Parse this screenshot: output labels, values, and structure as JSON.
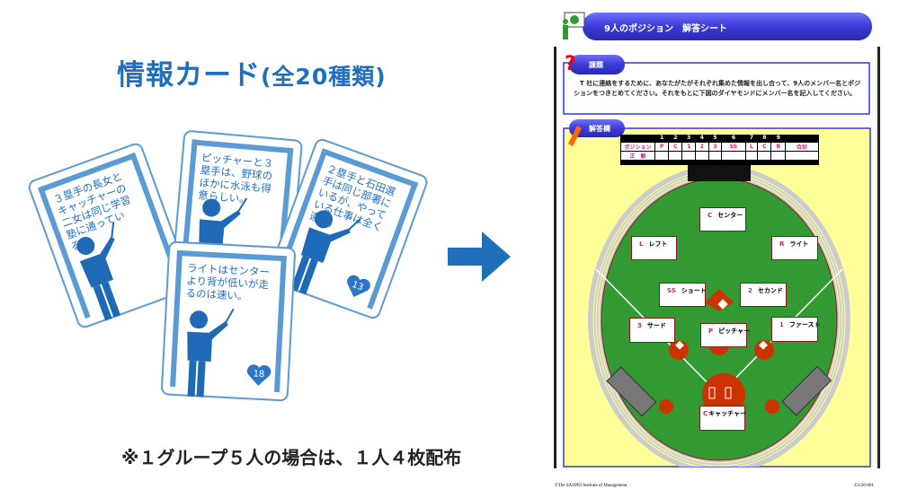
{
  "left": {
    "title_main": "情報カード",
    "title_paren": "(全20種類)",
    "cards": [
      {
        "text": "３塁手の長女とキャッチャーの二女は同じ学習塾に通っている。",
        "number": ""
      },
      {
        "text": "ピッチャーと３塁手は、野球のほかに水泳も得意らしい。",
        "number": ""
      },
      {
        "text": "２塁手と石田選手は同じ部署にいるが、やっている仕事は全く違う。",
        "number": "13"
      },
      {
        "text": "ライトはセンターより背が低いが走るのは速い。",
        "number": "18"
      }
    ],
    "note": "※１グループ５人の場合は、１人４枚配布"
  },
  "colors": {
    "accent": "#1f6fbd",
    "header": "#3f3fd8",
    "field": "#339933",
    "dirt": "#cc3300",
    "sheet_bg": "#ffff99"
  },
  "sheet": {
    "header_title": "9人のポジション　解答シート",
    "task_label": "課題",
    "task_text": "　T 社に連絡をするために、あなたがたがそれぞれ集めた情報を出し合って、9人のメンバー名とポジションをつきとめてください。それをもとに下図のダイヤモンドにメンバー名を記入してください。",
    "answer_label": "解答欄",
    "table": {
      "numbers": [
        "1",
        "2",
        "3",
        "4",
        "5",
        "6",
        "7",
        "8",
        "9"
      ],
      "row1_label": "ポジション",
      "positions": [
        "P",
        "C",
        "1",
        "2",
        "3",
        "SS",
        "L",
        "C",
        "R"
      ],
      "total_label": "合計",
      "row2_label": "正　解"
    },
    "field_positions": [
      {
        "code": "C",
        "name": "センター"
      },
      {
        "code": "L",
        "name": "レフト"
      },
      {
        "code": "R",
        "name": "ライト"
      },
      {
        "code": "SS",
        "name": "ショート"
      },
      {
        "code": "2",
        "name": "セカンド"
      },
      {
        "code": "3",
        "name": "サード"
      },
      {
        "code": "P",
        "name": "ピッチャー"
      },
      {
        "code": "1",
        "name": "ファースト"
      },
      {
        "code": "C",
        "name": "キャッチャー"
      }
    ],
    "copyright": "©The SANNO Institute of Management",
    "doc_code": "Z1120-001"
  }
}
